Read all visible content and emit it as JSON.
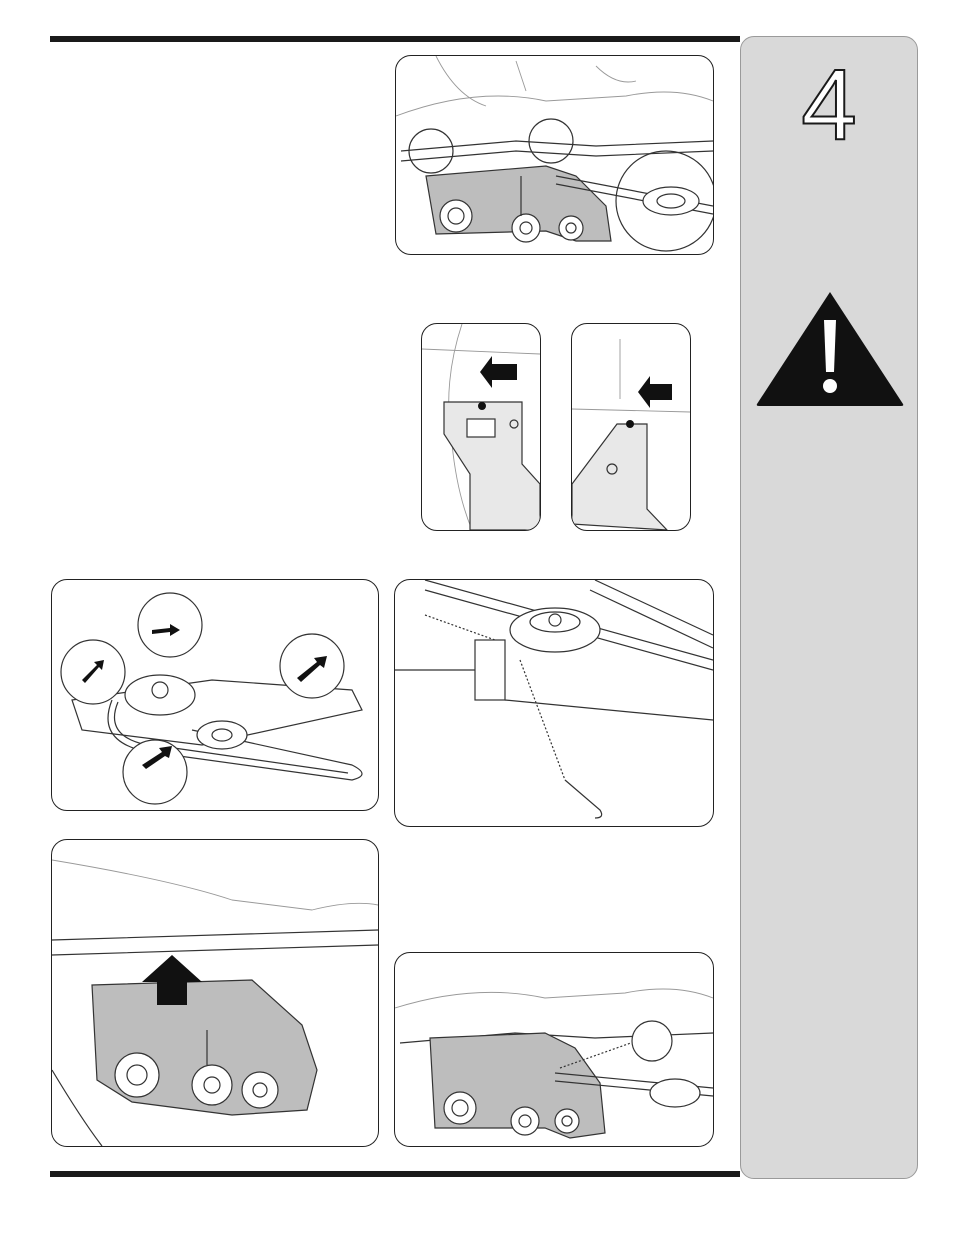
{
  "sidebar": {
    "chapter_number": "4",
    "warning_icon": "warning-triangle-icon",
    "tab_color": "#d9d9d9"
  },
  "figures": [
    {
      "id": "fig-deck-bracket-overview",
      "icon": "mower-deck-bracket-diagram"
    },
    {
      "id": "fig-bracket-left-detail",
      "icon": "bracket-pin-arrow-diagram"
    },
    {
      "id": "fig-bracket-right-detail",
      "icon": "bracket-pin-arrow-diagram"
    },
    {
      "id": "fig-belt-removal",
      "icon": "belt-pulley-pins-diagram"
    },
    {
      "id": "fig-idler-spring",
      "icon": "idler-pulley-spring-diagram"
    },
    {
      "id": "fig-bracket-lift",
      "icon": "bracket-lift-arrow-diagram"
    },
    {
      "id": "fig-bracket-reinstalled",
      "icon": "bracket-installed-diagram"
    }
  ],
  "colors": {
    "rule": "#1a1a1a",
    "panel_border": "#222222",
    "part_gray": "#bdbdbd"
  }
}
